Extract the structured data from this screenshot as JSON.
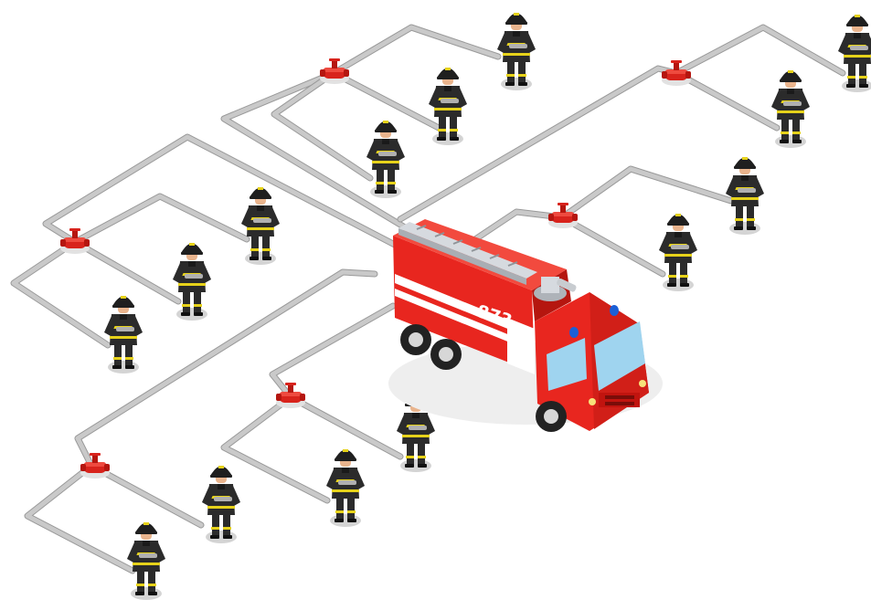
{
  "scene": {
    "background": "#ffffff",
    "truck": {
      "number": "873",
      "body_color": "#e8261f",
      "shade_color": "#b5160f",
      "stripe_color": "#ffffff",
      "window_color": "#9fd4ef",
      "ladder_color": "#c8ccd0",
      "light_color": "#1c5fd6",
      "icon": "fire-truck-icon"
    },
    "hose_color": "#c9c9c9",
    "hydrant_color": "#d8231c",
    "firefighter": {
      "icon": "firefighter-icon",
      "suit_color": "#2b2b2b",
      "reflective_stripe_color": "#e6d21a",
      "skin_color": "#e9b48d",
      "shadow_color": "#d4d4d4"
    },
    "firefighter_count": 14,
    "hydrant_count": 6
  }
}
